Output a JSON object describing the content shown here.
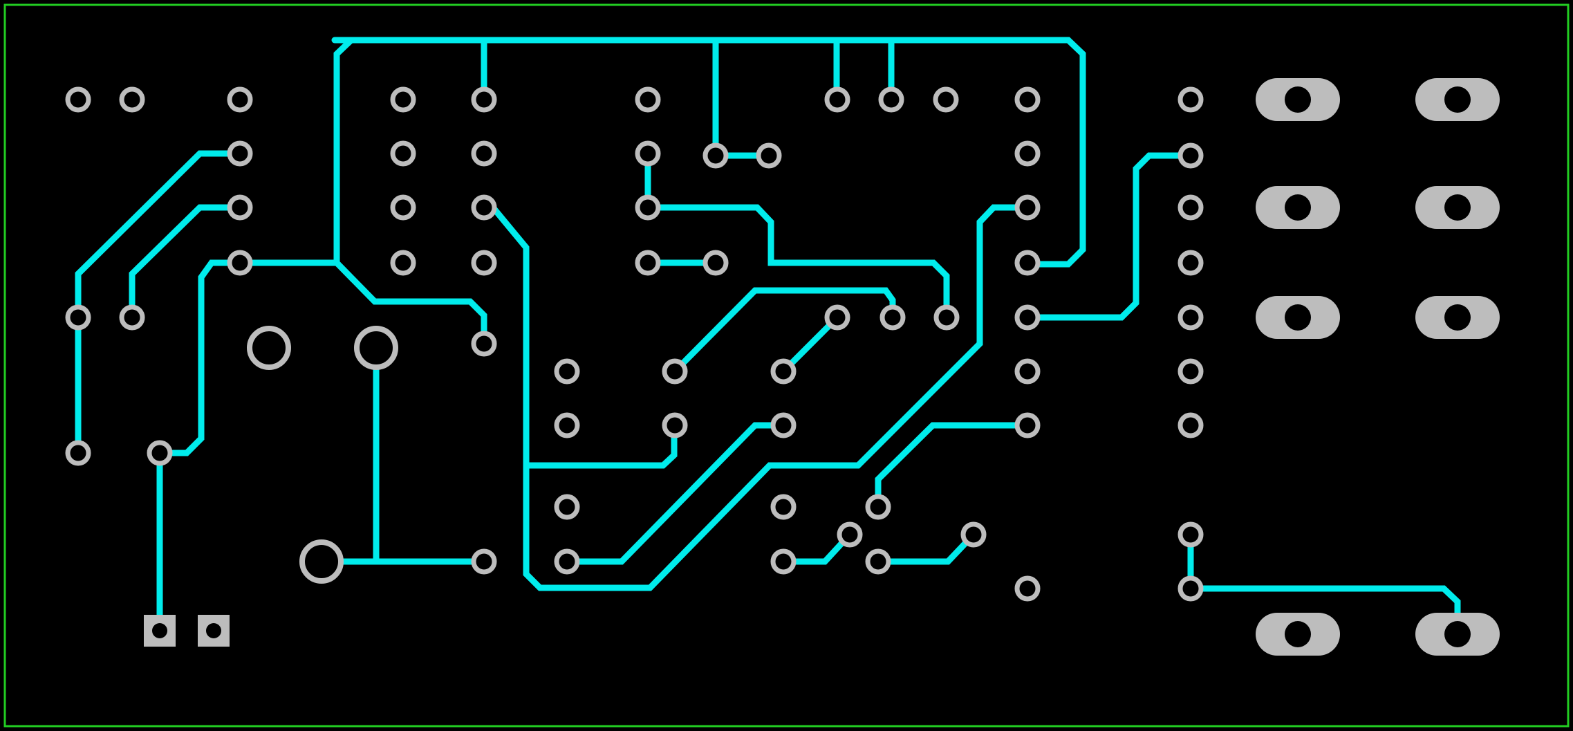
{
  "colors": {
    "background": "#000000",
    "board_outline": "#22cc22",
    "trace": "#00ecec",
    "pad": "#bdbdbd",
    "drill": "#000000"
  },
  "board": {
    "layer": "bottom copper",
    "pad_count": 93,
    "trace_count": 31
  }
}
